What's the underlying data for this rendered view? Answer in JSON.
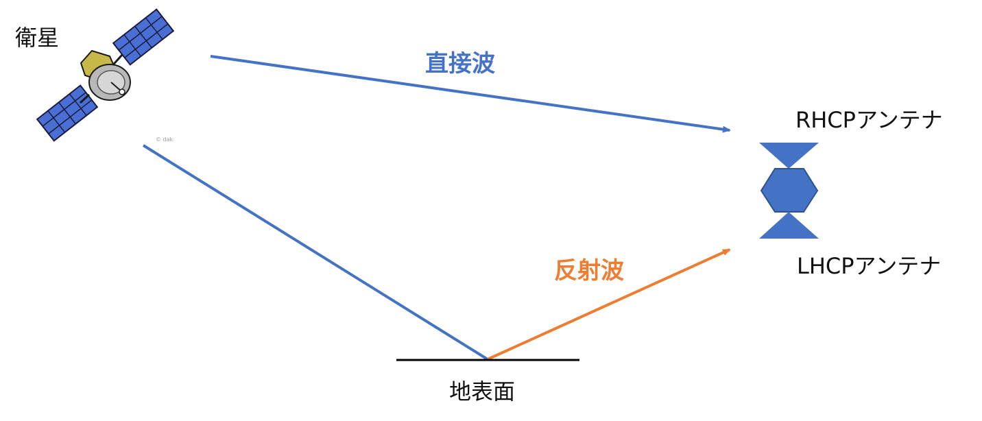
{
  "labels": {
    "satellite": "衛星",
    "direct_wave": "直接波",
    "reflected_wave": "反射波",
    "rhcp_antenna": "RHCPアンテナ",
    "lhcp_antenna": "LHCPアンテナ",
    "ground_surface": "地表面",
    "satellite_credit": "© dak"
  },
  "colors": {
    "direct_path": "#4472C4",
    "reflected_path": "#ED7D31",
    "antenna_fill": "#4472C4",
    "ground_line": "#000000",
    "solar_panel": "#4A6FD4",
    "satellite_body": "#C8B84A",
    "dish": "#B8B8B8"
  },
  "icons": {
    "satellite": "satellite-icon",
    "antenna": "antenna-icon"
  }
}
